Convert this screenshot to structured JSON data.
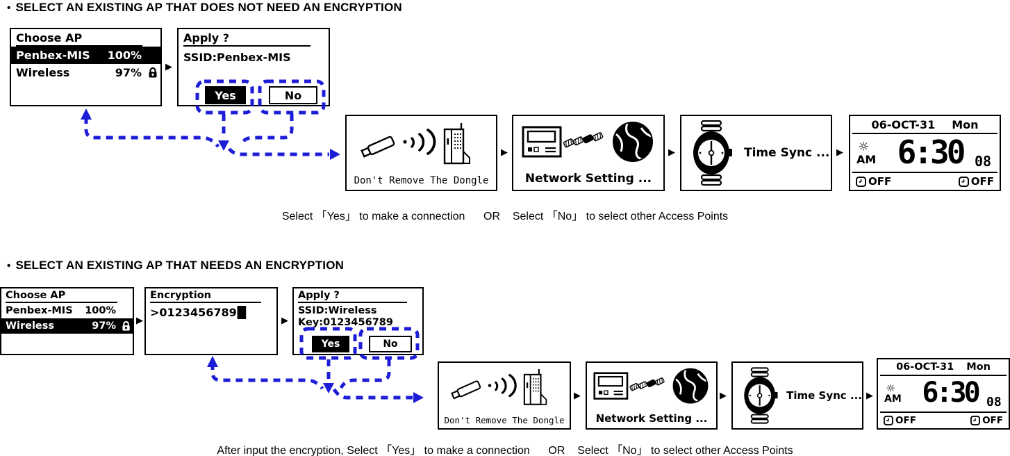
{
  "icons": {
    "bullet": "•",
    "next_arrow": "▶",
    "sun": "☼",
    "cursor": "█"
  },
  "colors": {
    "arrow_blue": "#1d1dd8",
    "lcd_black": "#000000"
  },
  "section1": {
    "heading": "SELECT AN EXISTING AP THAT DOES NOT NEED AN ENCRYPTION",
    "choose_ap": {
      "title": "Choose AP",
      "rows": [
        {
          "name": "Penbex-MIS",
          "signal": "100%"
        },
        {
          "name": "Wireless",
          "signal": "97%"
        }
      ]
    },
    "apply": {
      "title": "Apply ?",
      "ssid": "SSID:Penbex-MIS",
      "yes_label": "Yes",
      "no_label": "No"
    },
    "dongle": {
      "caption": "Don't Remove The Dongle"
    },
    "network": {
      "caption": "Network Setting ..."
    },
    "timesync": {
      "caption": "Time Sync ..."
    },
    "clock": {
      "date": "06-OCT-31",
      "day": "Mon",
      "ampm": "AM",
      "time": "6:30",
      "seconds": "08",
      "alarm_left": "OFF",
      "alarm_right": "OFF"
    },
    "caption": "Select 「Yes」 to make a connection      OR    Select 「No」 to select other Access Points"
  },
  "section2": {
    "heading": "SELECT AN EXISTING AP THAT NEEDS AN ENCRYPTION",
    "choose_ap": {
      "title": "Choose AP",
      "rows": [
        {
          "name": "Penbex-MIS",
          "signal": "100%"
        },
        {
          "name": "Wireless",
          "signal": "97%"
        }
      ]
    },
    "encryption": {
      "title": "Encryption",
      "value": ">0123456789"
    },
    "apply": {
      "title": "Apply ?",
      "ssid": "SSID:Wireless",
      "key": "Key:0123456789",
      "yes_label": "Yes",
      "no_label": "No"
    },
    "dongle": {
      "caption": "Don't Remove The Dongle"
    },
    "network": {
      "caption": "Network Setting ..."
    },
    "timesync": {
      "caption": "Time Sync ..."
    },
    "clock": {
      "date": "06-OCT-31",
      "day": "Mon",
      "ampm": "AM",
      "time": "6:30",
      "seconds": "08",
      "alarm_left": "OFF",
      "alarm_right": "OFF"
    },
    "caption": "After input the encryption, Select 「Yes」 to make a connection      OR    Select 「No」 to select other Access Points"
  }
}
